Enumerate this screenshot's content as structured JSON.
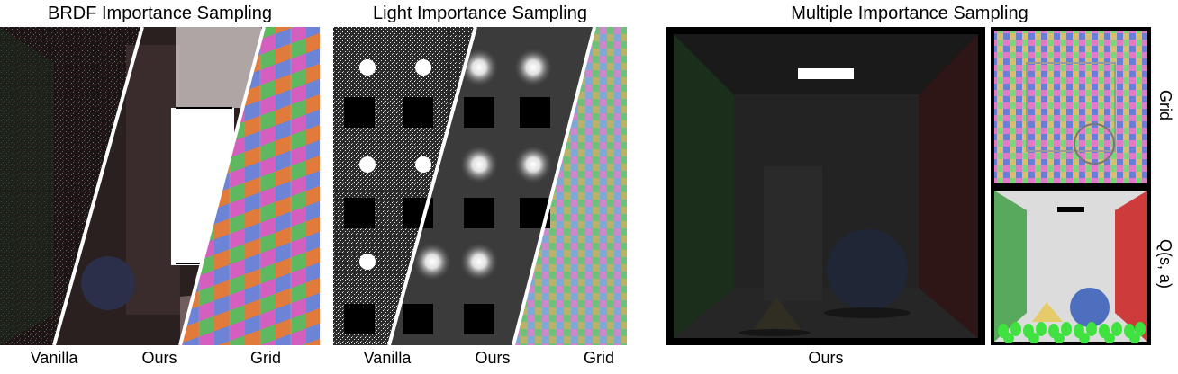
{
  "figure": {
    "titles": {
      "brdf": "BRDF Importance Sampling",
      "light": "Light Importance Sampling",
      "mis": "Multiple Importance Sampling"
    },
    "brdf_labels": [
      "Vanilla",
      "Ours",
      "Grid"
    ],
    "light_labels": [
      "Vanilla",
      "Ours",
      "Grid"
    ],
    "mis_label": "Ours",
    "side_labels": [
      "Grid",
      "Q(s, a)"
    ],
    "colors": {
      "left_wall_green": "#4e9a55",
      "right_wall_red": "#c23a3a",
      "divider": "#ffffff",
      "frame": "#000000"
    }
  }
}
